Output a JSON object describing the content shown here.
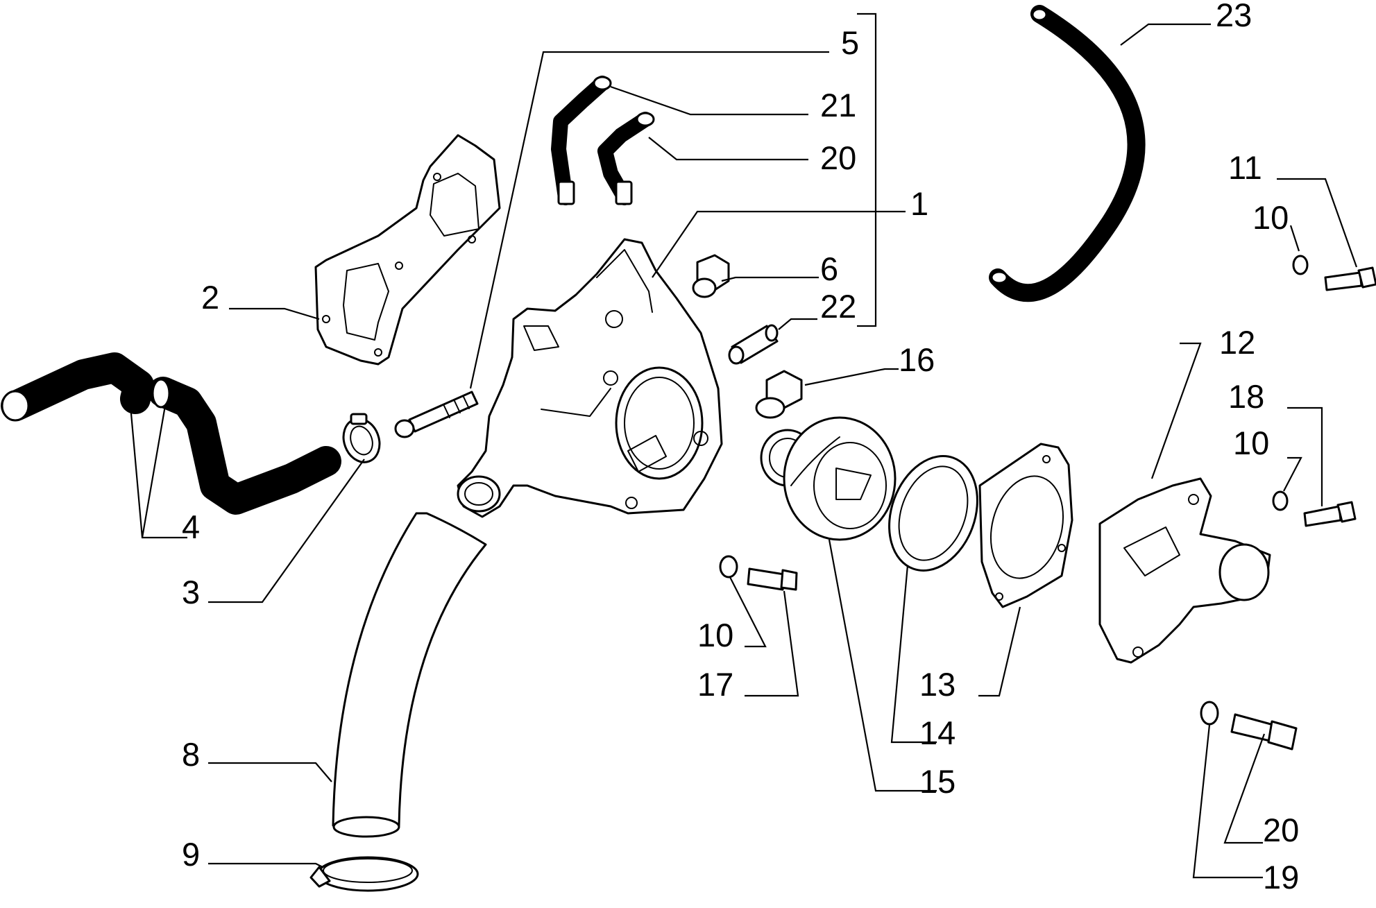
{
  "diagram": {
    "line_color": "#000000",
    "background_color": "#ffffff",
    "callouts": [
      {
        "id": "c1",
        "label": "1"
      },
      {
        "id": "c2",
        "label": "2"
      },
      {
        "id": "c3",
        "label": "3"
      },
      {
        "id": "c4",
        "label": "4"
      },
      {
        "id": "c5",
        "label": "5"
      },
      {
        "id": "c6",
        "label": "6"
      },
      {
        "id": "c8",
        "label": "8"
      },
      {
        "id": "c9",
        "label": "9"
      },
      {
        "id": "c10a",
        "label": "10"
      },
      {
        "id": "c10b",
        "label": "10"
      },
      {
        "id": "c10c",
        "label": "10"
      },
      {
        "id": "c11",
        "label": "11"
      },
      {
        "id": "c12",
        "label": "12"
      },
      {
        "id": "c13",
        "label": "13"
      },
      {
        "id": "c14",
        "label": "14"
      },
      {
        "id": "c15",
        "label": "15"
      },
      {
        "id": "c16",
        "label": "16"
      },
      {
        "id": "c17",
        "label": "17"
      },
      {
        "id": "c18",
        "label": "18"
      },
      {
        "id": "c19",
        "label": "19"
      },
      {
        "id": "c20a",
        "label": "20"
      },
      {
        "id": "c20b",
        "label": "20"
      },
      {
        "id": "c21",
        "label": "21"
      },
      {
        "id": "c22",
        "label": "22"
      },
      {
        "id": "c23",
        "label": "23"
      }
    ]
  }
}
